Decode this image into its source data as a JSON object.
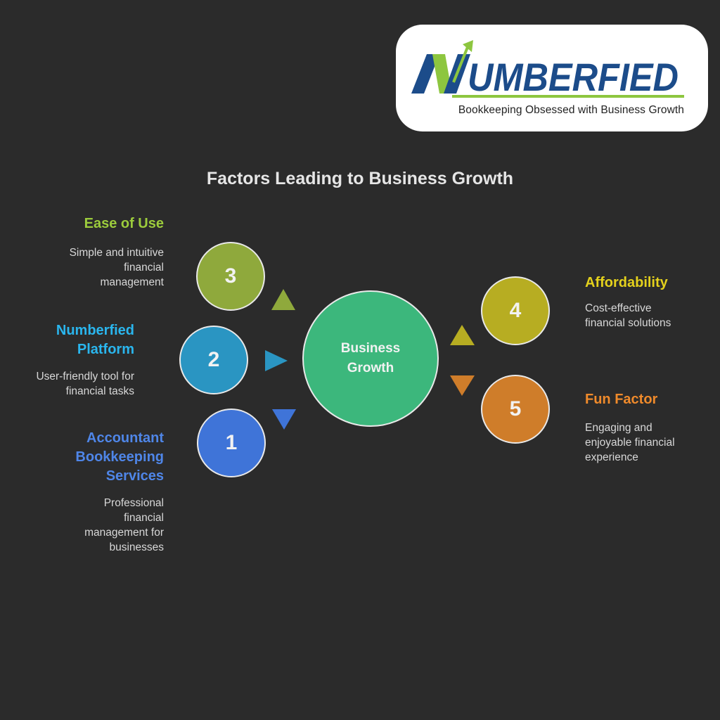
{
  "logo": {
    "wordmark": "NUMBERFIED",
    "letter_first": "N",
    "letters_rest": "UMBERFIED",
    "tagline": "Bookkeeping Obsessed with Business Growth",
    "colors": {
      "blue": "#1c4c8a",
      "green": "#8dc63f"
    }
  },
  "diagram": {
    "title": "Factors Leading to Business Growth",
    "center": {
      "line1": "Business",
      "line2": "Growth",
      "color": "#3cb77c"
    },
    "factors": [
      {
        "number": "3",
        "name": "Ease of Use",
        "description": [
          "Simple and intuitive",
          "financial",
          "management"
        ],
        "color": "#8fa93c",
        "text_color": "#9ccc3c"
      },
      {
        "number": "2",
        "name": [
          "Numberfied",
          "Platform"
        ],
        "description": [
          "User-friendly tool for",
          "financial tasks"
        ],
        "color": "#2a95c2",
        "text_color": "#2ab6ee"
      },
      {
        "number": "1",
        "name": [
          "Accountant",
          "Bookkeeping",
          "Services"
        ],
        "description": [
          "Professional",
          "financial",
          "management for",
          "businesses"
        ],
        "color": "#3f74d8",
        "text_color": "#4f86e8"
      },
      {
        "number": "4",
        "name": "Affordability",
        "description": [
          "Cost-effective",
          "financial solutions"
        ],
        "color": "#b7ad22",
        "text_color": "#e4d11c"
      },
      {
        "number": "5",
        "name": "Fun Factor",
        "description": [
          "Engaging and",
          "enjoyable financial",
          "experience"
        ],
        "color": "#cf7d2a",
        "text_color": "#ef8a2b"
      }
    ]
  }
}
